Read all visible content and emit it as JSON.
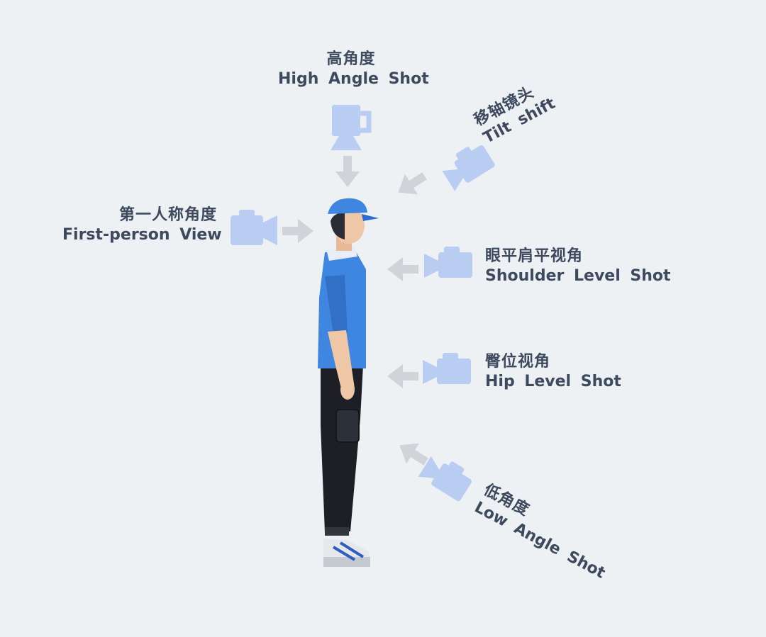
{
  "colors": {
    "background": "#eef1f4",
    "camera": "#b9cdf2",
    "arrow": "#d0d3d8",
    "text": "#3d4a5e",
    "shirt": "#3f86e0",
    "pants": "#1d1f24"
  },
  "icons": {
    "camera": "video-camera-icon",
    "arrow": "arrow-icon"
  },
  "angles": {
    "high": {
      "zh": "高角度",
      "en": "High Angle Shot"
    },
    "tilt": {
      "zh": "移轴镜头",
      "en": "Tilt shift"
    },
    "first_person": {
      "zh": "第一人称角度",
      "en": "First-person View"
    },
    "shoulder": {
      "zh": "眼平肩平视角",
      "en": "Shoulder Level Shot"
    },
    "hip": {
      "zh": "臀位视角",
      "en": "Hip Level Shot"
    },
    "low": {
      "zh": "低角度",
      "en": "Low Angle Shot"
    }
  }
}
